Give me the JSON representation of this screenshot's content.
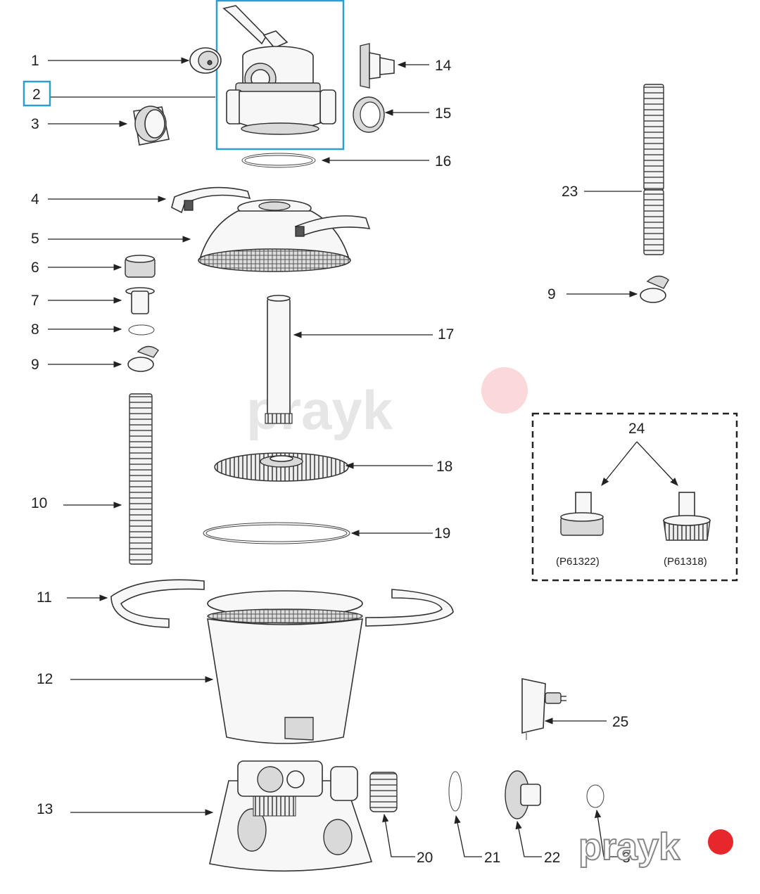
{
  "highlight_color": "#2a9fd0",
  "watermark": {
    "text": "prayk",
    "dot_color": "#e8272c"
  },
  "labels": {
    "l1": "1",
    "l2": "2",
    "l3": "3",
    "l4": "4",
    "l5": "5",
    "l6": "6",
    "l7": "7",
    "l8": "8",
    "l9": "9",
    "l10": "10",
    "l11": "11",
    "l12": "12",
    "l13": "13",
    "l14": "14",
    "l15": "15",
    "l16": "16",
    "l17": "17",
    "l18": "18",
    "l19": "19",
    "l20": "20",
    "l21": "21",
    "l22": "22",
    "l23": "23",
    "l9b": "9",
    "l24": "24",
    "l25": "25",
    "l8b": "8"
  },
  "variants": {
    "a": "(P61322)",
    "b": "(P61318)"
  }
}
